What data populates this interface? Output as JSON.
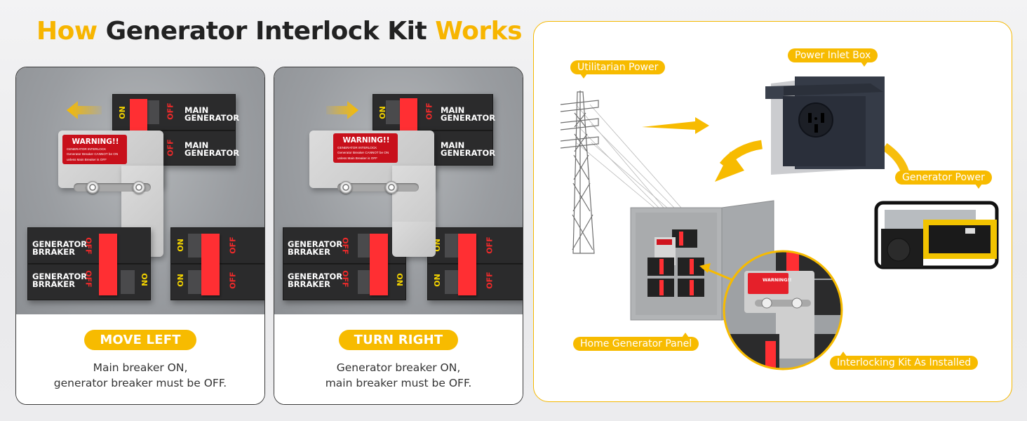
{
  "title": {
    "part1": "How",
    "part2": " Generator Interlock Kit ",
    "part3": "Works"
  },
  "colors": {
    "accent_yellow": "#f7bb00",
    "breaker_handle_red": "#ff2f33",
    "warning_red": "#c8101b",
    "on_label_yellow": "#f2d200",
    "off_label_red": "#ee2a2a"
  },
  "steps": [
    {
      "action": "MOVE LEFT",
      "description_line1": "Main breaker ON,",
      "description_line2": "generator breaker must be OFF.",
      "arrow_direction": "left"
    },
    {
      "action": "TURN RIGHT",
      "description_line1": "Generator breaker ON,",
      "description_line2": "main breaker must be OFF.",
      "arrow_direction": "right"
    }
  ],
  "breaker_labels": {
    "main_line1": "MAIN",
    "main_line2": "GENERATOR",
    "gen_line1": "GENERATOR",
    "gen_line2": "BRRAKER",
    "on": "ON",
    "off": "OFF"
  },
  "warning_label": {
    "heading": "WARNING!!",
    "line1": "GENERATOR INTERLOCK",
    "line2": "Generator Breaker CANNOT be ON",
    "line3": "unless Main Breaker is OFF"
  },
  "diagram": {
    "tags": {
      "utility": "Utilitarian Power",
      "inlet": "Power Inlet Box",
      "generator": "Generator Power",
      "panel": "Home Generator Panel",
      "kit": "Interlocking Kit As Installed"
    }
  }
}
